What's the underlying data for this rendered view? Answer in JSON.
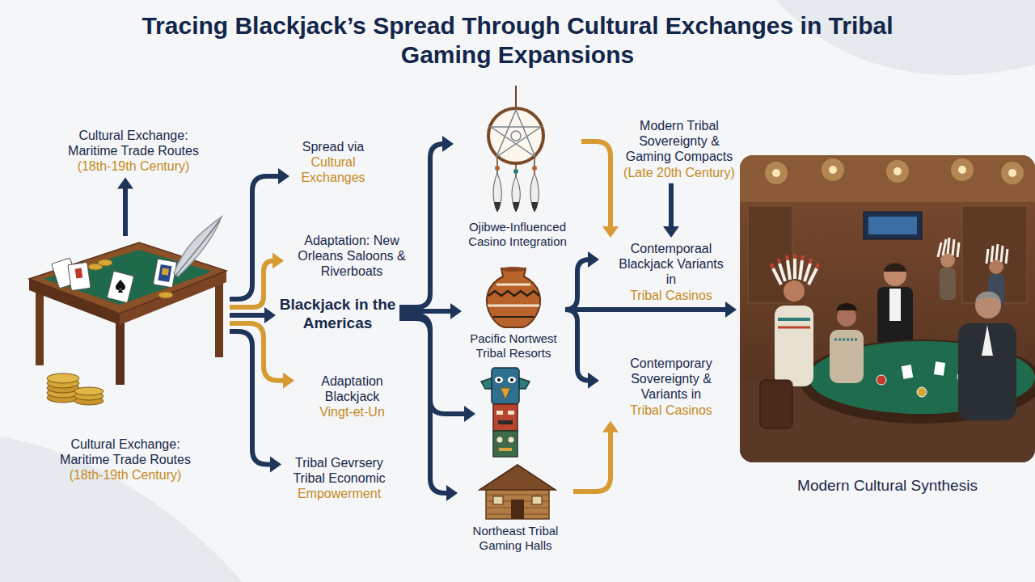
{
  "diagram": {
    "title": "Tracing Blackjack’s Spread Through Cultural Exchanges in Tribal Gaming Expansions",
    "nodes": [
      {
        "text": [
          "Cultural Exchange: Maritime Trade Routes",
          "(18th-19th Century)"
        ]
      },
      {
        "text": [
          "Cultural Exchange: Maritime Trade Routes",
          "(18th-19th Century)"
        ]
      },
      {
        "text": [
          "Spread via",
          "Cultural Exchanges"
        ]
      },
      {
        "text": [
          "Adaptation: New Orleans Saloons & Riverboats"
        ]
      },
      {
        "text": [
          "Blackjack in the Americas"
        ]
      },
      {
        "text": [
          "Adaptation Blackjack",
          "Vingt-et-Un"
        ]
      },
      {
        "text": [
          "Tribal Gevrsery Tribal Economic",
          "Empowerment"
        ]
      },
      {
        "text": [
          "Ojibwe-Influenced Casino Integration"
        ]
      },
      {
        "text": [
          "Pacific Nortwest Tribal Resorts"
        ]
      },
      {
        "text": [
          "Northeast Tribal Gaming Halls"
        ]
      },
      {
        "text": [
          "Modern Tribal Sovereignty & Gaming Compacts",
          "(Late 20th Century)"
        ]
      },
      {
        "text": [
          "Contemporaal Blackjack Variants in",
          "Tribal Casinos"
        ]
      },
      {
        "text": [
          "Contemporary Sovereignty & Variants in",
          "Tribal Casinos"
        ]
      },
      {
        "text": [
          "Modern Cultural Synthesis"
        ]
      }
    ],
    "edges": [
      {
        "from": 1,
        "to": 0,
        "arrow": "to"
      },
      {
        "from": 1,
        "to": 2,
        "arrow": "to"
      },
      {
        "from": 1,
        "to": 3,
        "arrow": "to"
      },
      {
        "from": 1,
        "to": 4,
        "arrow": "to"
      },
      {
        "from": 1,
        "to": 5,
        "arrow": "to"
      },
      {
        "from": 1,
        "to": 6,
        "arrow": "to"
      },
      {
        "from": 4,
        "to": 7,
        "arrow": "to"
      },
      {
        "from": 4,
        "to": 8,
        "arrow": "to"
      },
      {
        "from": 4,
        "to": 9,
        "arrow": "to"
      },
      {
        "from": 7,
        "to": 11,
        "arrow": "to"
      },
      {
        "from": 10,
        "to": 11,
        "arrow": "to"
      },
      {
        "from": 8,
        "to": 11,
        "arrow": "to"
      },
      {
        "from": 8,
        "to": 13,
        "arrow": "to"
      },
      {
        "from": 8,
        "to": 12,
        "arrow": "to"
      },
      {
        "from": 9,
        "to": 12,
        "arrow": "to"
      }
    ]
  }
}
